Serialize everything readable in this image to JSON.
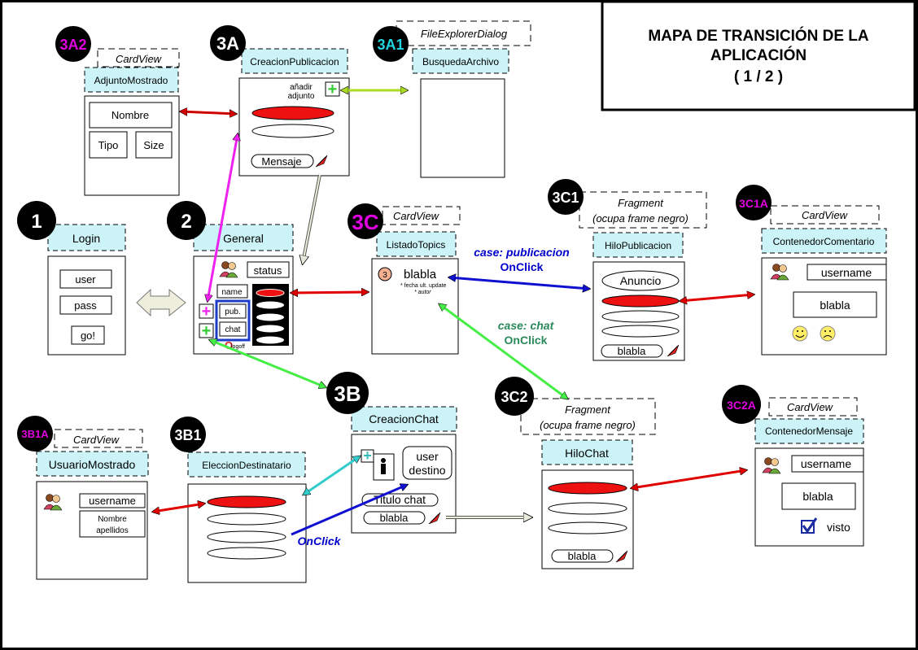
{
  "title": {
    "line1": "MAPA DE TRANSICIÓN DE LA",
    "line2": "APLICACIÓN",
    "line3": "( 1 / 2 )"
  },
  "colors": {
    "header": "#ccf4f8",
    "title_magenta": "#e000e0",
    "title_cyan": "#22d4e0",
    "red": "#e00000",
    "blue": "#0000cc",
    "green": "#2a8a5a"
  },
  "badges": {
    "b1": "1",
    "b2": "2",
    "b3a": "3A",
    "b3a1": "3A1",
    "b3a2": "3A2",
    "b3b": "3B",
    "b3b1": "3B1",
    "b3b1a": "3B1A",
    "b3c": "3C",
    "b3c1": "3C1",
    "b3c1a": "3C1A",
    "b3c2": "3C2",
    "b3c2a": "3C2A"
  },
  "tags": {
    "cardview": "CardView",
    "file_explorer": "FileExplorerDialog",
    "fragment": "Fragment",
    "fragment_note": "(ocupa frame negro)"
  },
  "headers": {
    "login": "Login",
    "general": "General",
    "creacion_publicacion": "CreacionPublicacion",
    "busqueda_archivo": "BusquedaArchivo",
    "adjunto_mostrado": "AdjuntoMostrado",
    "listado_topics": "ListadoTopics",
    "hilo_publicacion": "HiloPublicacion",
    "contenedor_comentario": "ContenedorComentario",
    "creacion_chat": "CreacionChat",
    "eleccion_destinatario": "EleccionDestinatario",
    "usuario_mostrado": "UsuarioMostrado",
    "hilo_chat": "HiloChat",
    "contenedor_mensaje": "ContenedorMensaje"
  },
  "login": {
    "user": "user",
    "pass": "pass",
    "go": "go!"
  },
  "general": {
    "status": "status",
    "name": "name",
    "pub": "pub.",
    "chat": "chat",
    "logoff": "logoff"
  },
  "creacion_publicacion": {
    "anadir": "añadir",
    "adjunto": "adjunto",
    "mensaje": "Mensaje"
  },
  "adjunto": {
    "nombre": "Nombre",
    "tipo": "Tipo",
    "size": "Size"
  },
  "listado": {
    "count": "3",
    "blabla": "blabla",
    "fecha": "* fecha ult. update",
    "autor": "* autor"
  },
  "hilo_publicacion": {
    "anuncio": "Anuncio",
    "blabla": "blabla"
  },
  "contenedor_comentario": {
    "username": "username",
    "blabla": "blabla"
  },
  "creacion_chat": {
    "user_destino_1": "user",
    "user_destino_2": "destino",
    "titulo_chat": "Titulo chat",
    "blabla": "blabla"
  },
  "usuario_mostrado": {
    "username": "username",
    "nombre": "Nombre",
    "apellidos": "apellidos"
  },
  "hilo_chat": {
    "blabla": "blabla"
  },
  "contenedor_mensaje": {
    "username": "username",
    "blabla": "blabla",
    "visto": "visto"
  },
  "labels": {
    "case_publicacion": "case: publicacion",
    "onclick": "OnClick",
    "case_chat": "case: chat"
  }
}
